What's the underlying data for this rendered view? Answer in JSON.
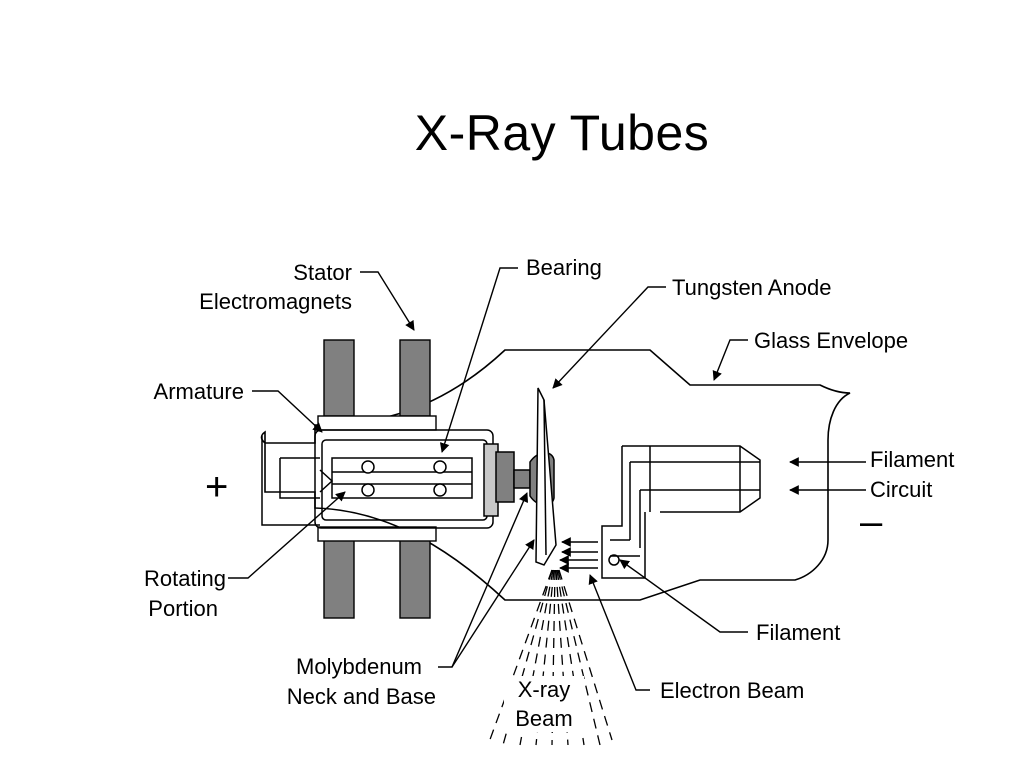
{
  "slide": {
    "title": "X-Ray Tubes"
  },
  "diagram": {
    "labels": {
      "stator_line1": "Stator",
      "stator_line2": "Electromagnets",
      "bearing": "Bearing",
      "tungsten_anode": "Tungsten Anode",
      "glass_envelope": "Glass Envelope",
      "armature": "Armature",
      "plus": "+",
      "minus": "–",
      "filament_circuit_line1": "Filament",
      "filament_circuit_line2": "Circuit",
      "rotating_line1": "Rotating",
      "rotating_line2": "Portion",
      "filament": "Filament",
      "molybdenum_line1": "Molybdenum",
      "molybdenum_line2": "Neck and Base",
      "xray_line1": "X-ray",
      "xray_line2": "Beam",
      "electron_beam": "Electron Beam"
    }
  }
}
